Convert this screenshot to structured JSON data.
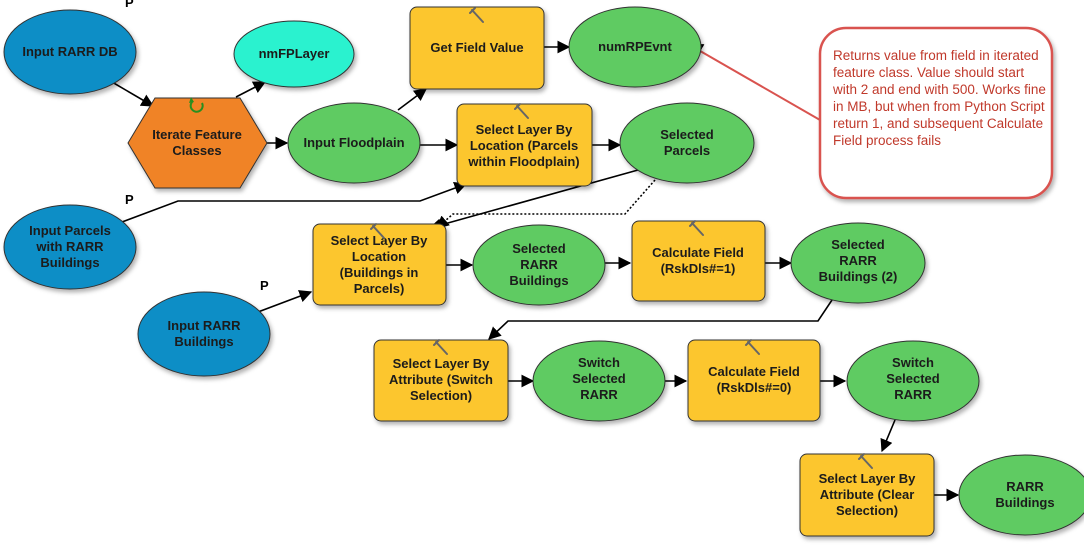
{
  "colors": {
    "input_blue": "#0e8ec6",
    "variable_cyan": "#2bf2cf",
    "tool_yellow": "#fcc62f",
    "output_green": "#5fcb62",
    "iterator_orange": "#f08328",
    "note_border": "#d9534f",
    "note_text": "#c0392b"
  },
  "parameter_marker": "P",
  "nodes": {
    "input_rarr_db": "Input RARR DB",
    "nm_fp_layer": "nmFPLayer",
    "get_field_value": "Get Field Value",
    "num_rp_evnt": "numRPEvnt",
    "iterate_feature_classes": "Iterate Feature Classes",
    "input_floodplain": "Input Floodplain",
    "select_parcels_within_floodplain": "Select Layer By Location (Parcels within Floodplain)",
    "selected_parcels": "Selected Parcels",
    "input_parcels": "Input Parcels with RARR Buildings",
    "select_buildings_in_parcels": "Select Layer By Location (Buildings in Parcels)",
    "selected_rarr_buildings": "Selected RARR Buildings",
    "calculate_field_1": "Calculate Field (RskDls#=1)",
    "selected_rarr_buildings_2": "Selected RARR Buildings (2)",
    "input_rarr_buildings": "Input RARR Buildings",
    "select_switch_selection": "Select Layer By Attribute (Switch Selection)",
    "switch_selected_rarr_1": "Switch Selected RARR",
    "calculate_field_0": "Calculate Field (RskDls#=0)",
    "switch_selected_rarr_2": "Switch Selected RARR",
    "select_clear_selection": "Select Layer By Attribute (Clear Selection)",
    "rarr_buildings": "RARR Buildings"
  },
  "callout": {
    "text": "Returns value from field in iterated feature class.  Value should start with 2 and end with 500.  Works fine in MB, but when from Python Script return 1, and subsequent Calculate Field process fails"
  }
}
